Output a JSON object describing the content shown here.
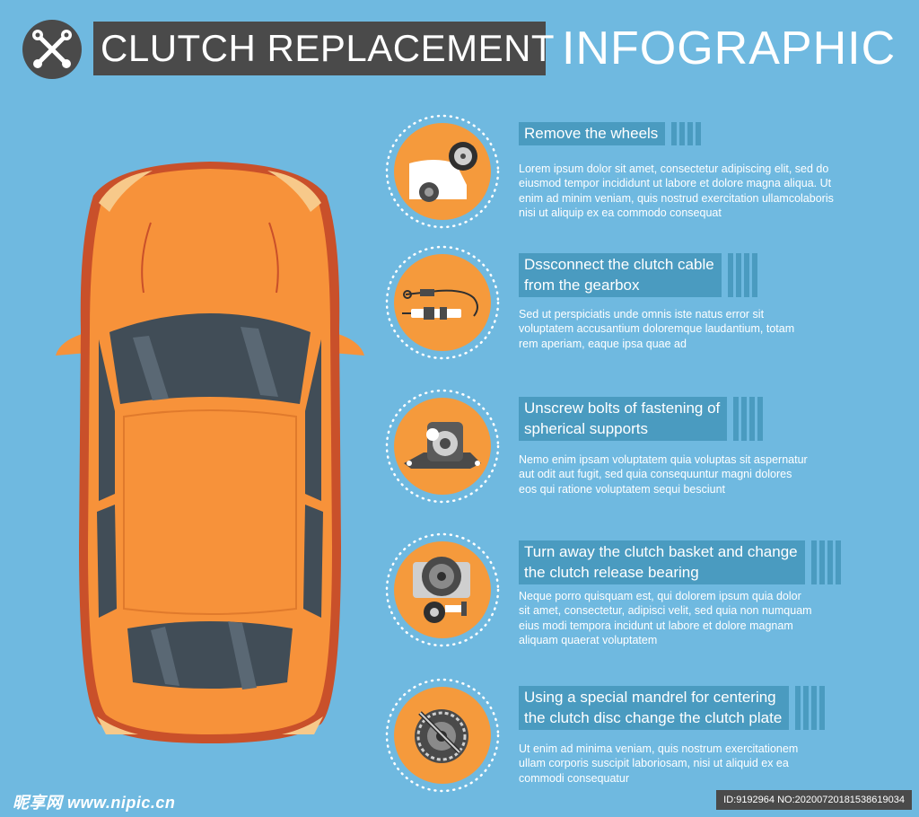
{
  "header": {
    "icon": "crossed-wrenches-icon",
    "title_box": "CLUTCH REPLACEMENT",
    "title_rest": "INFOGRAPHIC"
  },
  "colors": {
    "background": "#6fb9e0",
    "dark": "#4a4a4a",
    "accent": "#f59a3c",
    "label_bar": "#4a9bc0",
    "car_body": "#f7923a",
    "car_rim": "#c9502a",
    "glass": "#414d57"
  },
  "steps": [
    {
      "title": [
        "Remove the wheels"
      ],
      "icon": "wheel-removal-icon",
      "text": [
        "Lorem ipsum dolor sit amet, consectetur adipiscing elit, sed do",
        "eiusmod tempor incididunt ut labore et dolore magna aliqua. Ut",
        "enim ad minim veniam, quis nostrud exercitation ullamcolaboris",
        "nisi ut aliquip ex ea commodo consequat"
      ]
    },
    {
      "title": [
        "Dssconnect the clutch cable",
        "from the gearbox"
      ],
      "icon": "clutch-cable-icon",
      "text": [
        "Sed ut perspiciatis unde omnis iste natus error sit",
        "voluptatem accusantium doloremque laudantium, totam",
        "rem aperiam, eaque ipsa quae ad"
      ]
    },
    {
      "title": [
        "Unscrew bolts of fastening of",
        "spherical supports"
      ],
      "icon": "spherical-support-icon",
      "text": [
        "Nemo enim ipsam voluptatem quia voluptas sit aspernatur",
        "aut odit aut fugit, sed quia consequuntur magni dolores",
        "eos qui ratione voluptatem sequi besciunt"
      ]
    },
    {
      "title": [
        "Turn away the clutch basket and change",
        "the clutch release bearing"
      ],
      "icon": "clutch-basket-icon",
      "text": [
        "Neque porro quisquam est, qui dolorem ipsum quia dolor",
        "sit amet, consectetur, adipisci velit, sed quia non numquam",
        "eius modi tempora incidunt ut labore et dolore magnam",
        "aliquam quaerat voluptatem"
      ]
    },
    {
      "title": [
        "Using a special mandrel for centering",
        "the clutch disc change the clutch plate"
      ],
      "icon": "clutch-disc-icon",
      "text": [
        "Ut enim ad minima veniam, quis nostrum exercitationem",
        "ullam corporis suscipit laboriosam, nisi ut aliquid ex ea",
        "commodi consequatur"
      ]
    }
  ],
  "footer": {
    "watermark": "昵享网 www.nipic.cn",
    "id_text": "ID:9192964 NO:20200720181538619034"
  }
}
